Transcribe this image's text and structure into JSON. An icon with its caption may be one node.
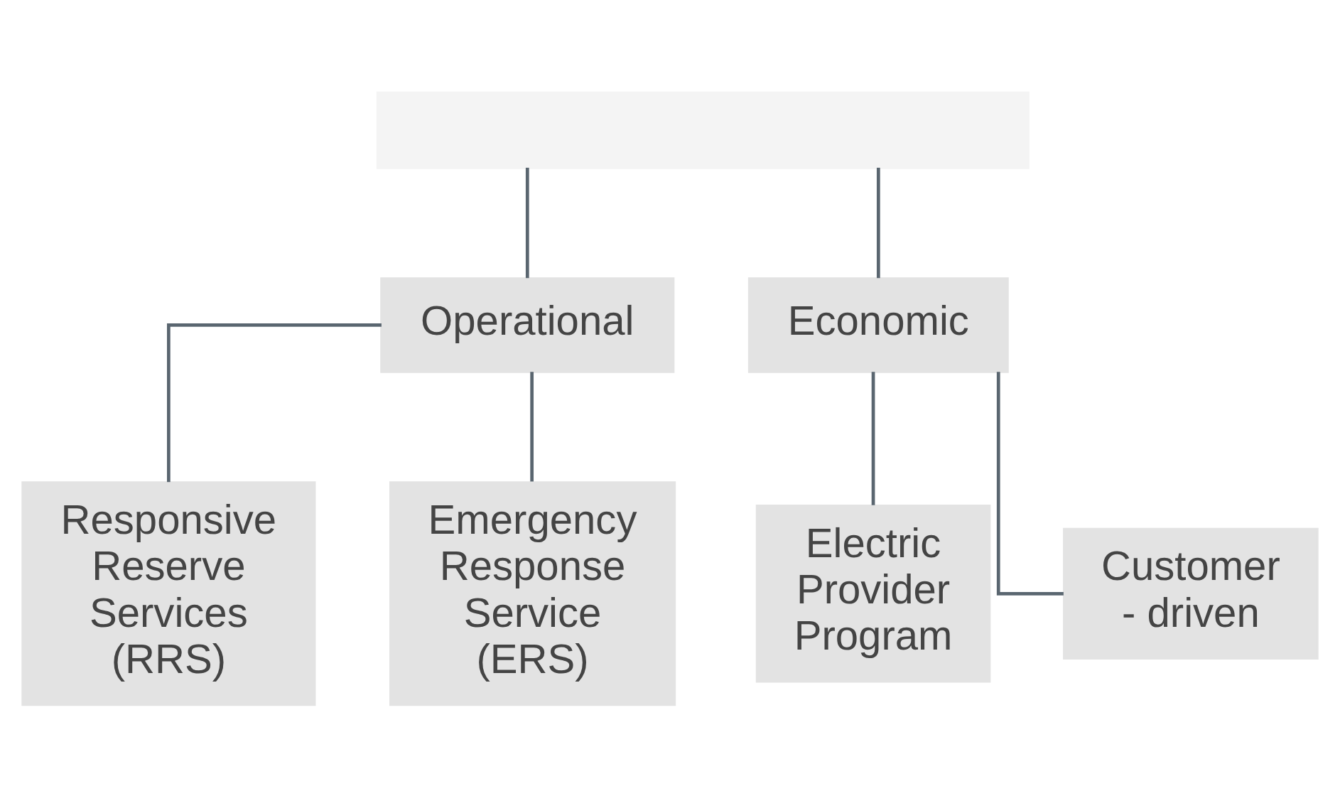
{
  "diagram": {
    "nodes": [
      {
        "text": [],
        "shape": "box"
      },
      {
        "text": [
          "Operational"
        ]
      },
      {
        "text": [
          "Economic"
        ]
      },
      {
        "text": [
          "Responsive Reserve Services (RRS)"
        ]
      },
      {
        "text": [
          "Emergency Response Service (ERS)"
        ]
      },
      {
        "text": [
          "Electric Provider Program"
        ]
      },
      {
        "text": [
          "Customer - driven"
        ]
      }
    ],
    "edges": [
      {
        "from": 0,
        "to": 1,
        "arrow": "none"
      },
      {
        "from": 0,
        "to": 2,
        "arrow": "none"
      },
      {
        "from": 1,
        "to": 3,
        "arrow": "none"
      },
      {
        "from": 1,
        "to": 4,
        "arrow": "none"
      },
      {
        "from": 2,
        "to": 5,
        "arrow": "none"
      },
      {
        "from": 2,
        "to": 6,
        "arrow": "none"
      }
    ]
  }
}
